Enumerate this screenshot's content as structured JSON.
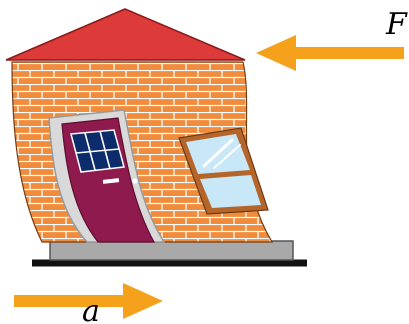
{
  "labels": {
    "force": "F",
    "acceleration": "a"
  },
  "colors": {
    "roof": "#dd3a3a",
    "brick": "#f08c3c",
    "mortar": "#ffffff",
    "door": "#8f1a4e",
    "door_frame": "#d9d9d9",
    "window_frame": "#b5652a",
    "glass": "#c8e7f7",
    "door_glass": "#0c2c6b",
    "step": "#a9a9a9",
    "ground": "#111111",
    "arrow": "#f5a11c"
  },
  "icons": {
    "force_arrow": "arrow-left",
    "acceleration_arrow": "arrow-right"
  }
}
